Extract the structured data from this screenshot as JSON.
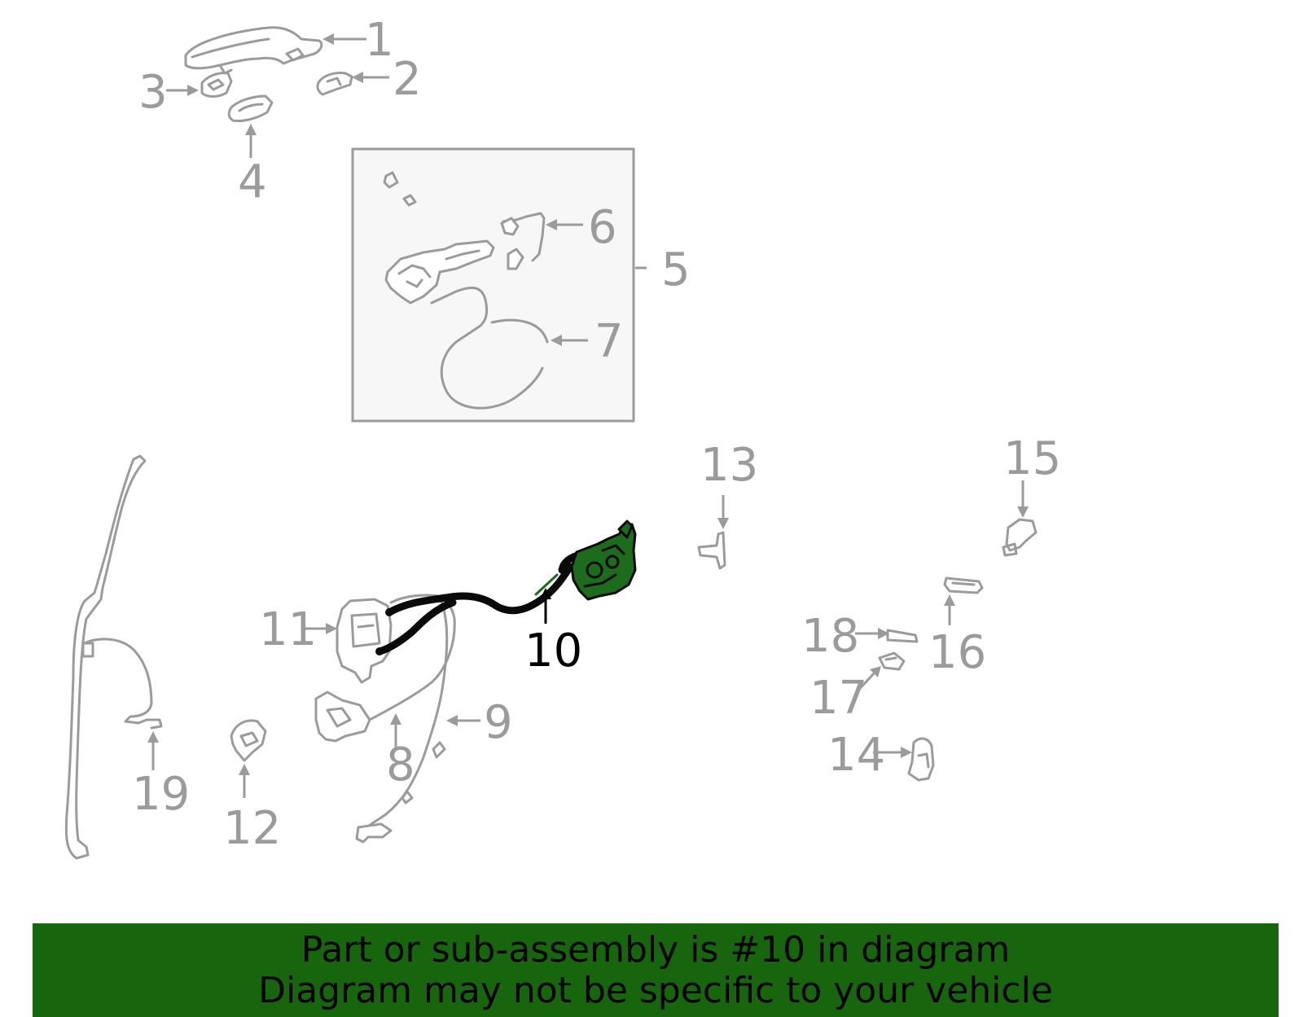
{
  "diagram": {
    "callouts": [
      "1",
      "2",
      "3",
      "4",
      "5",
      "6",
      "7",
      "8",
      "9",
      "10",
      "11",
      "12",
      "13",
      "14",
      "15",
      "16",
      "17",
      "18",
      "19"
    ],
    "selected_callout": "10",
    "colors": {
      "part_line": "#9b9b9b",
      "highlight_fill": "#1d6b1d",
      "highlight_outline": "#0a0a0a",
      "inset_background": "#f7f7f7",
      "banner_background": "#17650d"
    }
  },
  "banner": {
    "line1": "Part or sub-assembly is #10 in diagram",
    "line2": "Diagram may not be specific to your vehicle"
  }
}
